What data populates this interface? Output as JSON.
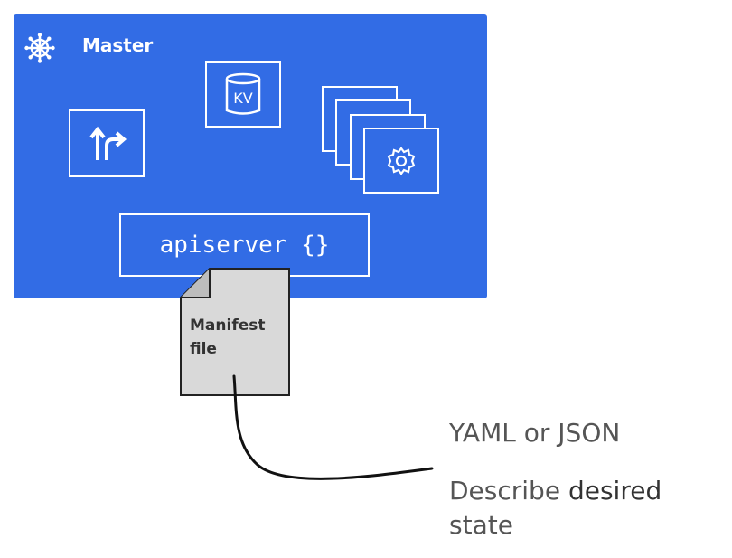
{
  "master": {
    "title": "Master",
    "logo_icon": "kubernetes-helm-icon",
    "kv_label": "KV",
    "apiserver_label": "apiserver {}"
  },
  "manifest": {
    "line1": "Manifest",
    "line2": "file"
  },
  "notes": {
    "format": "YAML or JSON",
    "describe_plain": "Describe ",
    "describe_emphasis": "desired",
    "state": "state"
  },
  "colors": {
    "master_blue": "#326ce5",
    "manifest_gray": "#d9d9d9",
    "text_gray": "#555555"
  }
}
